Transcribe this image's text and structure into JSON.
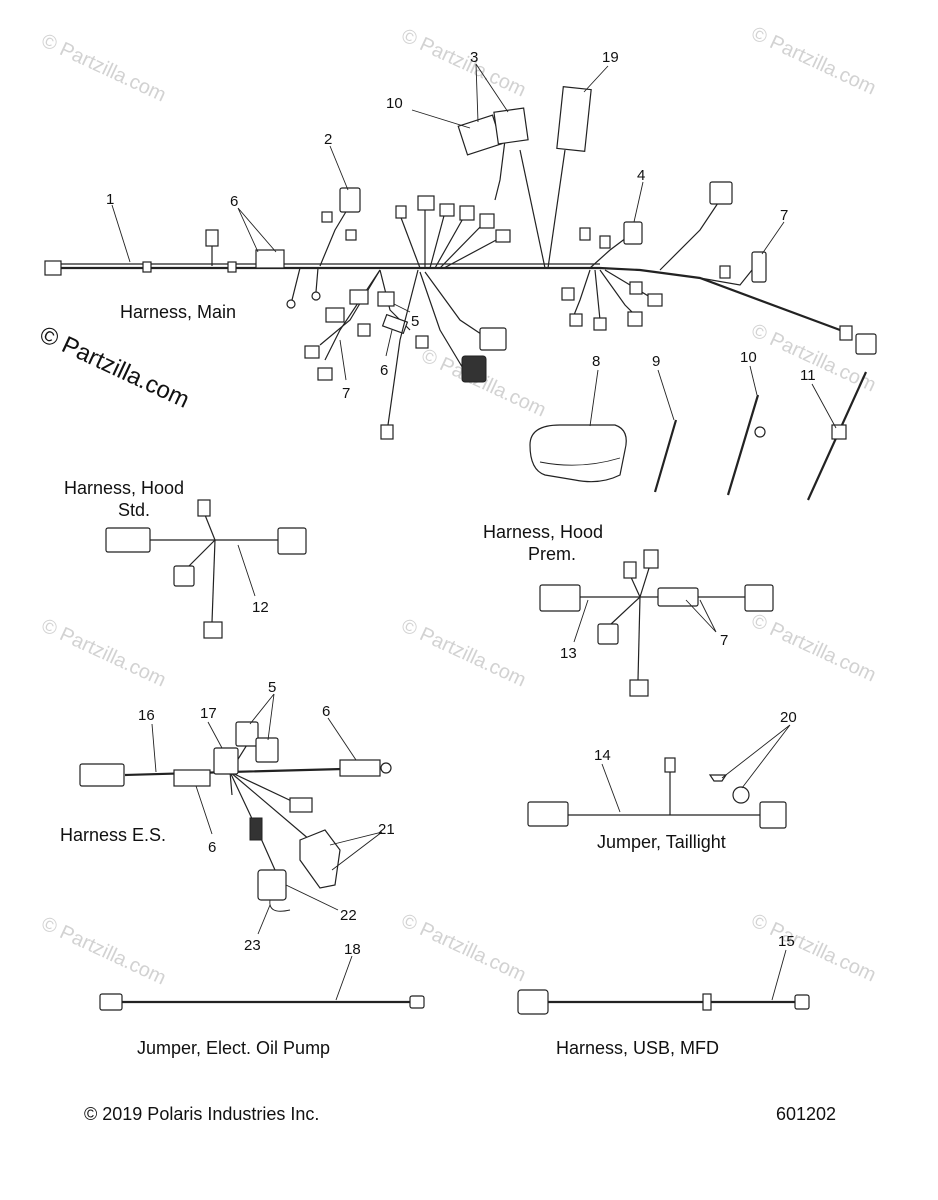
{
  "watermark": {
    "text": "© Partzilla.com",
    "prominent": "© Partzilla.com"
  },
  "labels": {
    "main": "Harness, Main",
    "hood_std_line1": "Harness, Hood",
    "hood_std_line2": "Std.",
    "hood_prem_line1": "Harness, Hood",
    "hood_prem_line2": "Prem.",
    "es": "Harness E.S.",
    "taillight": "Jumper, Taillight",
    "oil_pump": "Jumper, Elect. Oil Pump",
    "usb": "Harness, USB, MFD"
  },
  "footer": {
    "copyright": "© 2019 Polaris Industries Inc.",
    "drawing_number": "601202"
  },
  "callouts": {
    "c1": "1",
    "c2": "2",
    "c3": "3",
    "c4": "4",
    "c5a": "5",
    "c5b": "5",
    "c6a": "6",
    "c6b": "6",
    "c6c": "6",
    "c6d": "6",
    "c7a": "7",
    "c7b": "7",
    "c7c": "7",
    "c8": "8",
    "c9": "9",
    "c10a": "10",
    "c10b": "10",
    "c11": "11",
    "c12": "12",
    "c13": "13",
    "c14": "14",
    "c15": "15",
    "c16": "16",
    "c17": "17",
    "c18": "18",
    "c19": "19",
    "c20": "20",
    "c21": "21",
    "c22": "22",
    "c23": "23"
  }
}
